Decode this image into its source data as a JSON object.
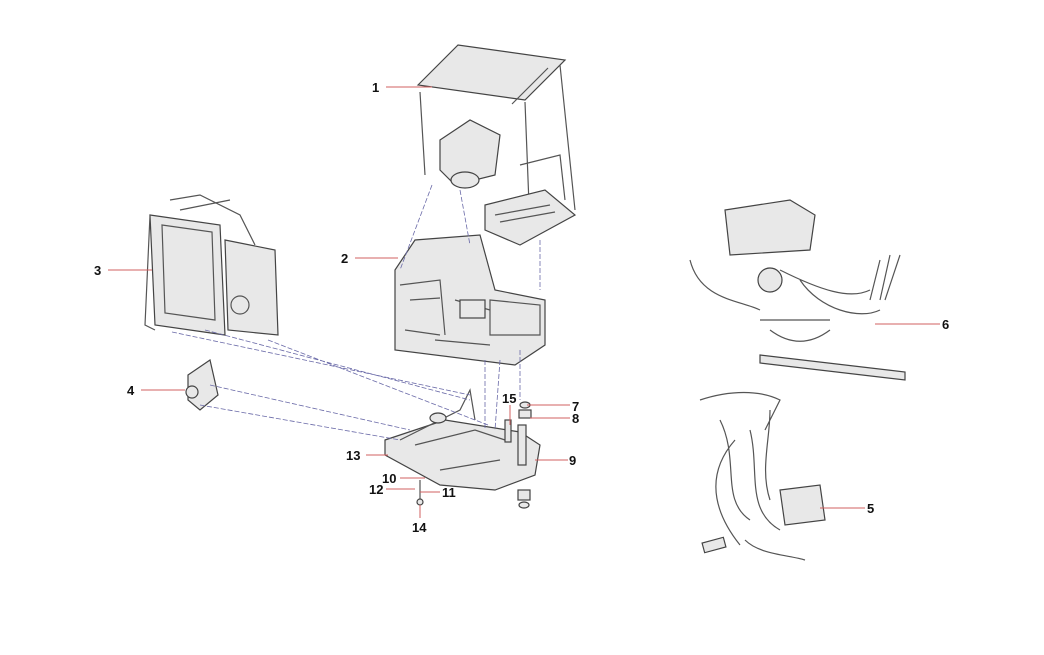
{
  "callouts": [
    "1",
    "2",
    "3",
    "4",
    "5",
    "6",
    "7",
    "8",
    "9",
    "10",
    "11",
    "12",
    "13",
    "14",
    "15"
  ],
  "colors": {
    "leader": "#d06060",
    "guide": "#6a6aa8",
    "line": "#444444"
  }
}
